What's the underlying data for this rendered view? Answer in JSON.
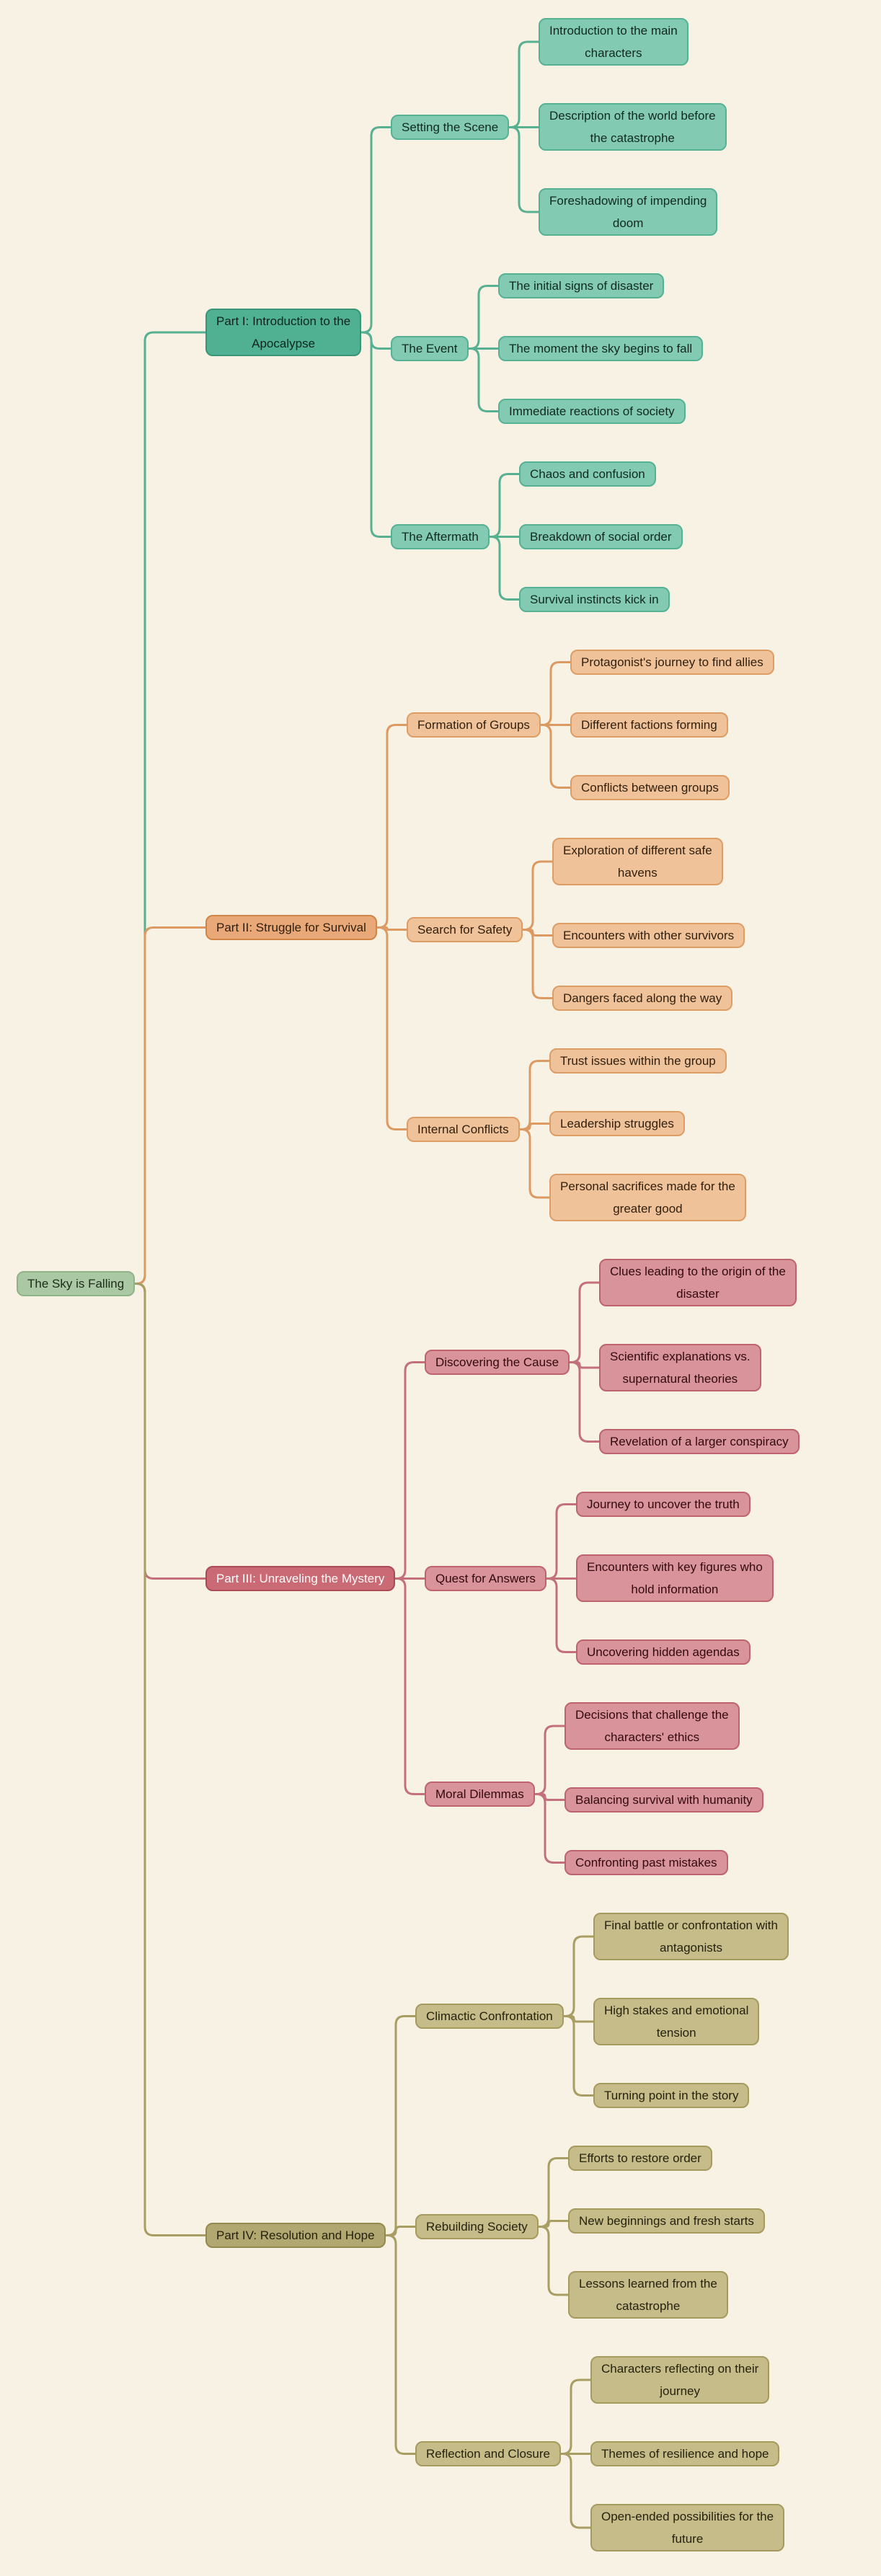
{
  "mindmap": {
    "background": "#f8f2e4",
    "root": {
      "label": "The Sky is Falling",
      "fill": "#abc8a4",
      "border": "#8fb287",
      "text_color": "#1d2b1a",
      "branches": [
        {
          "label": "Part I: Introduction to the\nApocalypse",
          "colors": {
            "node_fill": "#4fb192",
            "node_border": "#3a9478",
            "node_text": "#0c241c",
            "child_fill": "#82cbb2",
            "child_border": "#55b294",
            "child_text": "#10291f",
            "edge": "#58b092"
          },
          "children": [
            {
              "label": "Setting the Scene",
              "children": [
                {
                  "label": "Introduction to the main\ncharacters"
                },
                {
                  "label": "Description of the world before\nthe catastrophe"
                },
                {
                  "label": "Foreshadowing of impending\ndoom"
                }
              ]
            },
            {
              "label": "The Event",
              "children": [
                {
                  "label": "The initial signs of disaster"
                },
                {
                  "label": "The moment the sky begins to fall"
                },
                {
                  "label": "Immediate reactions of society"
                }
              ]
            },
            {
              "label": "The Aftermath",
              "children": [
                {
                  "label": "Chaos and confusion"
                },
                {
                  "label": "Breakdown of social order"
                },
                {
                  "label": "Survival instincts kick in"
                }
              ]
            }
          ]
        },
        {
          "label": "Part II: Struggle for Survival",
          "colors": {
            "node_fill": "#e9a878",
            "node_border": "#d08546",
            "node_text": "#33200c",
            "child_fill": "#efc29a",
            "child_border": "#dd9d66",
            "child_text": "#33200c",
            "edge": "#dc9a62"
          },
          "children": [
            {
              "label": "Formation of Groups",
              "children": [
                {
                  "label": "Protagonist's journey to find allies"
                },
                {
                  "label": "Different factions forming"
                },
                {
                  "label": "Conflicts between groups"
                }
              ]
            },
            {
              "label": "Search for Safety",
              "children": [
                {
                  "label": "Exploration of different safe\nhavens"
                },
                {
                  "label": "Encounters with other survivors"
                },
                {
                  "label": "Dangers faced along the way"
                }
              ]
            },
            {
              "label": "Internal Conflicts",
              "children": [
                {
                  "label": "Trust issues within the group"
                },
                {
                  "label": "Leadership struggles"
                },
                {
                  "label": "Personal sacrifices made for the\ngreater good"
                }
              ]
            }
          ]
        },
        {
          "label": "Part III: Unraveling the Mystery",
          "colors": {
            "node_fill": "#c96a74",
            "node_border": "#ac4a55",
            "node_text": "#ffffff",
            "child_fill": "#d8939b",
            "child_border": "#bf636e",
            "child_text": "#33090d",
            "edge": "#c4707a"
          },
          "children": [
            {
              "label": "Discovering the Cause",
              "children": [
                {
                  "label": "Clues leading to the origin of the\ndisaster"
                },
                {
                  "label": "Scientific explanations vs.\nsupernatural theories"
                },
                {
                  "label": "Revelation of a larger conspiracy"
                }
              ]
            },
            {
              "label": "Quest for Answers",
              "children": [
                {
                  "label": "Journey to uncover the truth"
                },
                {
                  "label": "Encounters with key figures who\nhold information"
                },
                {
                  "label": "Uncovering hidden agendas"
                }
              ]
            },
            {
              "label": "Moral Dilemmas",
              "children": [
                {
                  "label": "Decisions that challenge the\ncharacters' ethics"
                },
                {
                  "label": "Balancing survival with humanity"
                },
                {
                  "label": "Confronting past mistakes"
                }
              ]
            }
          ]
        },
        {
          "label": "Part IV: Resolution and Hope",
          "colors": {
            "node_fill": "#b1a771",
            "node_border": "#94894e",
            "node_text": "#26220c",
            "child_fill": "#c5bc8a",
            "child_border": "#a69b5e",
            "child_text": "#26220c",
            "edge": "#a89d62"
          },
          "children": [
            {
              "label": "Climactic Confrontation",
              "children": [
                {
                  "label": "Final battle or confrontation with\nantagonists"
                },
                {
                  "label": "High stakes and emotional\ntension"
                },
                {
                  "label": "Turning point in the story"
                }
              ]
            },
            {
              "label": "Rebuilding Society",
              "children": [
                {
                  "label": "Efforts to restore order"
                },
                {
                  "label": "New beginnings and fresh starts"
                },
                {
                  "label": "Lessons learned from the\ncatastrophe"
                }
              ]
            },
            {
              "label": "Reflection and Closure",
              "children": [
                {
                  "label": "Characters reflecting on their\njourney"
                },
                {
                  "label": "Themes of resilience and hope"
                },
                {
                  "label": "Open-ended possibilities for the\nfuture"
                }
              ]
            }
          ]
        }
      ]
    }
  }
}
